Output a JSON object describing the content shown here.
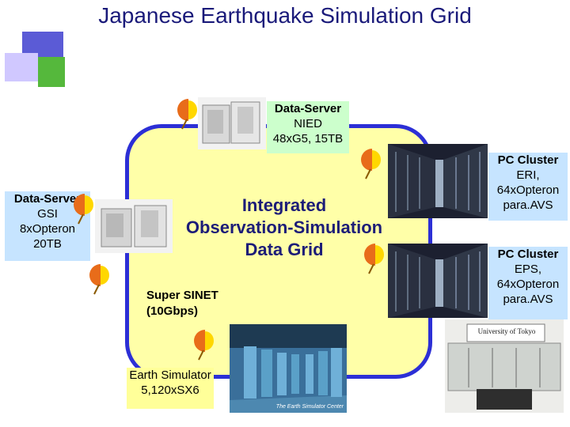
{
  "title": "Japanese Earthquake Simulation Grid",
  "center": {
    "line1": "Integrated",
    "line2": "Observation-Simulation",
    "line3": "Data Grid"
  },
  "network": {
    "line1": "Super SINET",
    "line2": "(10Gbps)"
  },
  "nodes": {
    "nied": {
      "title": "Data-Server",
      "line1": "NIED",
      "line2": "48xG5, 15TB"
    },
    "gsi": {
      "title": "Data-Server",
      "line1": "GSI",
      "line2": "8xOpteron",
      "line3": "20TB"
    },
    "eri": {
      "title": "PC Cluster",
      "line1": "ERI,",
      "line2": "64xOpteron",
      "line3": "para.AVS"
    },
    "eps": {
      "title": "PC Cluster",
      "line1": "EPS,",
      "line2": "64xOpteron",
      "line3": "para.AVS"
    },
    "earth_sim": {
      "title": "Earth Simulator",
      "line1": "5,120xSX6"
    }
  },
  "logos": {
    "earth_sim_caption": "The Earth Simulator Center",
    "booth_sign": "University of Tokyo"
  },
  "colors": {
    "title": "#1a1a7a",
    "ring_border": "#2c2fd6",
    "ring_fill": "#ffffa8",
    "label_green": "#ccffcc",
    "label_blue": "#c6e4ff",
    "label_yellow": "#ffff99"
  }
}
